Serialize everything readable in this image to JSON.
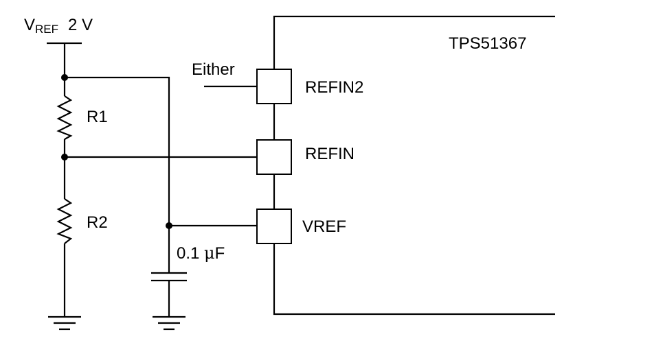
{
  "vref_label": {
    "main": "V",
    "subscript": "REF",
    "value": "2 V"
  },
  "chip_name": "TPS51367",
  "either_label": "Either",
  "pins": {
    "refin2": "REFIN2",
    "refin": "REFIN",
    "vref": "VREF"
  },
  "resistors": {
    "r1": "R1",
    "r2": "R2"
  },
  "capacitor": {
    "value_prefix": "0.1 ",
    "mu": "μ",
    "unit": "F"
  }
}
